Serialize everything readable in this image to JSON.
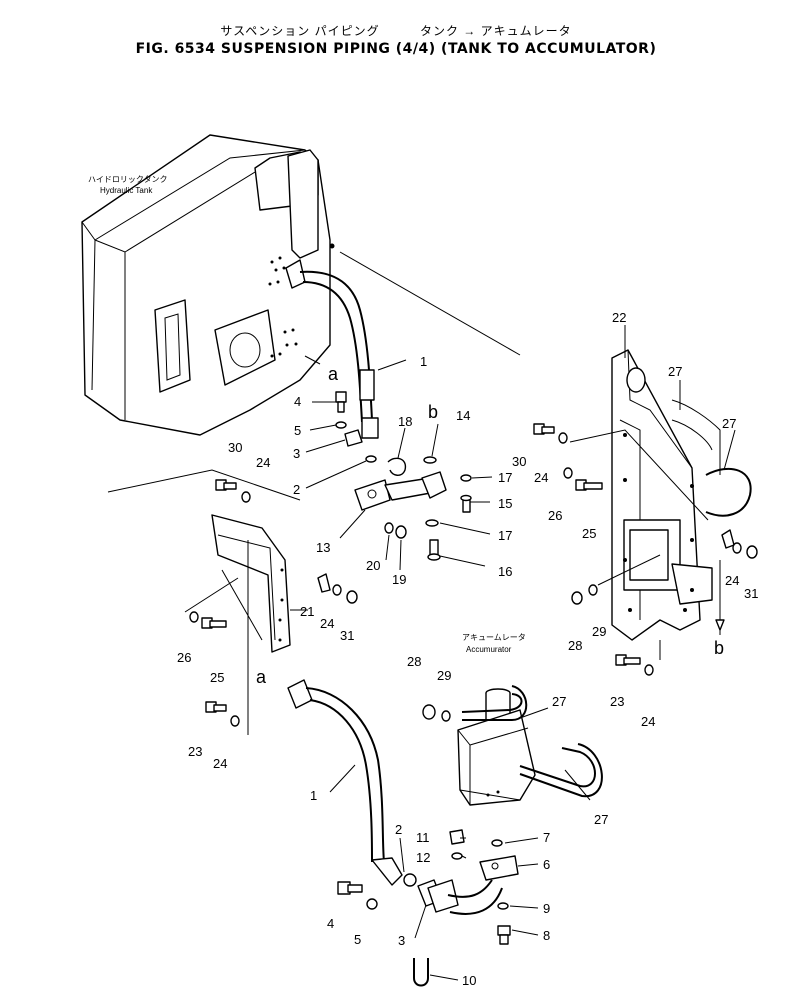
{
  "title": {
    "japanese_parts": [
      "サスペンション パイピング",
      "タンク → アキュムレータ"
    ],
    "english": "FIG. 6534  SUSPENSION PIPING (4/4) (TANK TO ACCUMULATOR)"
  },
  "labels": {
    "hydraulic_tank_jp": "ハイドロリックタンク",
    "hydraulic_tank_en": "Hydraulic  Tank",
    "accumulator_jp": "アキュームレータ",
    "accumulator_en": "Accumurator"
  },
  "callouts": [
    {
      "id": "c1a",
      "text": "1"
    },
    {
      "id": "c1b",
      "text": "1"
    },
    {
      "id": "c2a",
      "text": "2"
    },
    {
      "id": "c2b",
      "text": "2"
    },
    {
      "id": "c3a",
      "text": "3"
    },
    {
      "id": "c3b",
      "text": "3"
    },
    {
      "id": "c4a",
      "text": "4"
    },
    {
      "id": "c4b",
      "text": "4"
    },
    {
      "id": "c5a",
      "text": "5"
    },
    {
      "id": "c5b",
      "text": "5"
    },
    {
      "id": "c6",
      "text": "6"
    },
    {
      "id": "c7",
      "text": "7"
    },
    {
      "id": "c8",
      "text": "8"
    },
    {
      "id": "c9",
      "text": "9"
    },
    {
      "id": "c10",
      "text": "10"
    },
    {
      "id": "c11",
      "text": "11"
    },
    {
      "id": "c12",
      "text": "12"
    },
    {
      "id": "c13",
      "text": "13"
    },
    {
      "id": "c14",
      "text": "14"
    },
    {
      "id": "c15",
      "text": "15"
    },
    {
      "id": "c16",
      "text": "16"
    },
    {
      "id": "c17a",
      "text": "17"
    },
    {
      "id": "c17b",
      "text": "17"
    },
    {
      "id": "c18",
      "text": "18"
    },
    {
      "id": "c19",
      "text": "19"
    },
    {
      "id": "c20",
      "text": "20"
    },
    {
      "id": "c21",
      "text": "21"
    },
    {
      "id": "c22",
      "text": "22"
    },
    {
      "id": "c23a",
      "text": "23"
    },
    {
      "id": "c23b",
      "text": "23"
    },
    {
      "id": "c24a",
      "text": "24"
    },
    {
      "id": "c24b",
      "text": "24"
    },
    {
      "id": "c24c",
      "text": "24"
    },
    {
      "id": "c24d",
      "text": "24"
    },
    {
      "id": "c24e",
      "text": "24"
    },
    {
      "id": "c24f",
      "text": "24"
    },
    {
      "id": "c25a",
      "text": "25"
    },
    {
      "id": "c25b",
      "text": "25"
    },
    {
      "id": "c26a",
      "text": "26"
    },
    {
      "id": "c26b",
      "text": "26"
    },
    {
      "id": "c27a",
      "text": "27"
    },
    {
      "id": "c27b",
      "text": "27"
    },
    {
      "id": "c27c",
      "text": "27"
    },
    {
      "id": "c27d",
      "text": "27"
    },
    {
      "id": "c28a",
      "text": "28"
    },
    {
      "id": "c28b",
      "text": "28"
    },
    {
      "id": "c29a",
      "text": "29"
    },
    {
      "id": "c29b",
      "text": "29"
    },
    {
      "id": "c30a",
      "text": "30"
    },
    {
      "id": "c30b",
      "text": "30"
    },
    {
      "id": "c31a",
      "text": "31"
    },
    {
      "id": "c31b",
      "text": "31"
    },
    {
      "id": "ca1",
      "text": "a"
    },
    {
      "id": "ca2",
      "text": "a"
    },
    {
      "id": "cb1",
      "text": "b"
    },
    {
      "id": "cb2",
      "text": "b"
    }
  ]
}
